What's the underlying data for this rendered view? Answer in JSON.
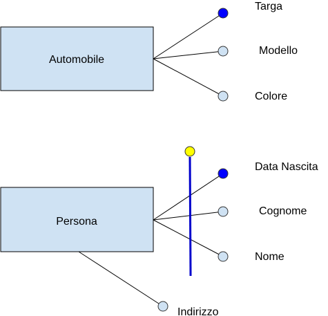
{
  "colors": {
    "entity_fill": "#cfe2f3",
    "entity_stroke": "#000000",
    "line": "#000000",
    "attr_filled": "#0000ff",
    "attr_empty": "#cfe2f3",
    "attr_stroke": "#333333",
    "highlight_circle": "#ffff00",
    "highlight_line": "#0000cc"
  },
  "entities": [
    {
      "name": "Automobile",
      "attributes": [
        {
          "label": "Targa",
          "filled": true
        },
        {
          "label": "Modello",
          "filled": false
        },
        {
          "label": "Colore",
          "filled": false
        }
      ]
    },
    {
      "name": "Persona",
      "attributes": [
        {
          "label": "Data Nascita",
          "filled": true
        },
        {
          "label": "Cognome",
          "filled": false
        },
        {
          "label": "Nome",
          "filled": false
        },
        {
          "label": "Indirizzo",
          "filled": false
        }
      ]
    }
  ]
}
